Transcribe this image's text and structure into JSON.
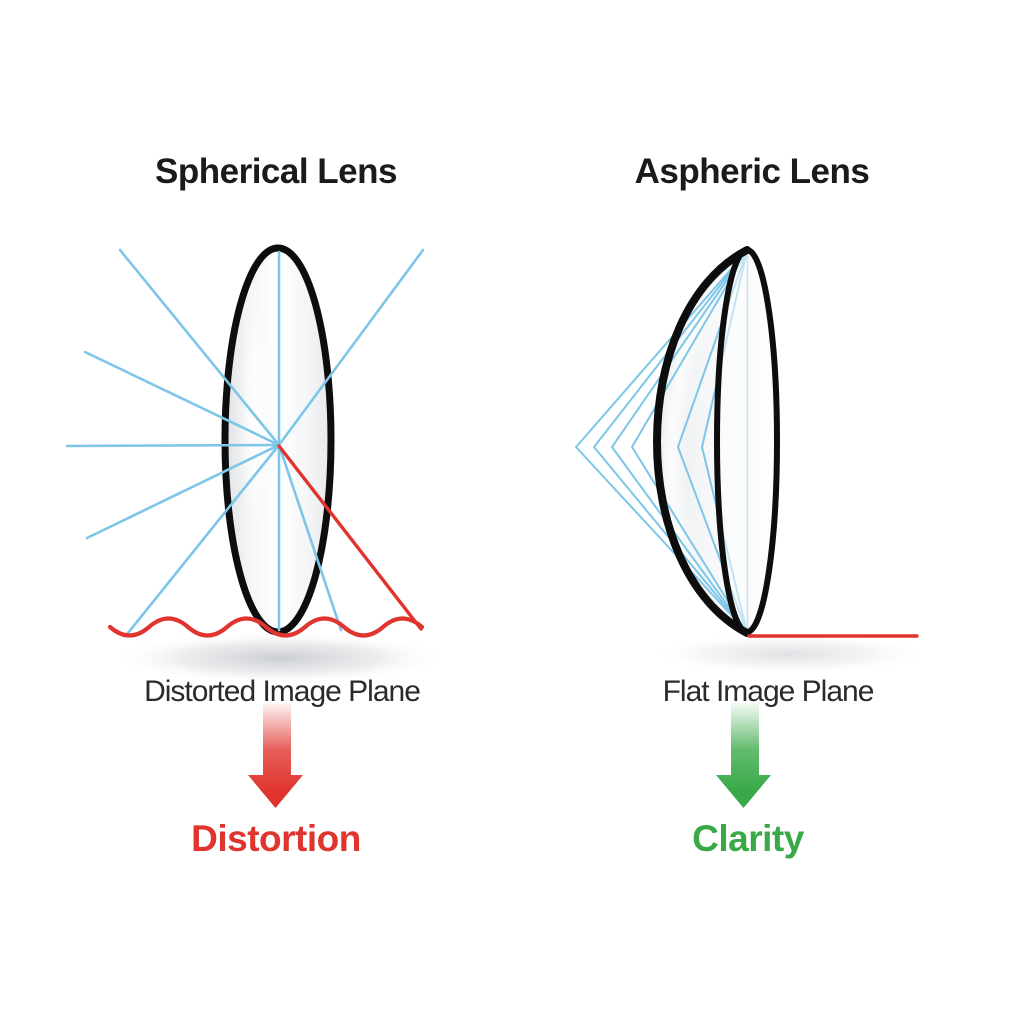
{
  "panels": {
    "spherical": {
      "title": "Spherical Lens",
      "plane_label": "Distorted Image Plane",
      "result_label": "Distortion"
    },
    "aspheric": {
      "title": "Aspheric Lens",
      "plane_label": "Flat Image Plane",
      "result_label": "Clarity"
    }
  },
  "colors": {
    "ray_blue": "#7ec6e8",
    "accent_red": "#e0342e",
    "accent_green": "#39a947",
    "lens_stroke": "#0d0d0d",
    "title_text": "#1b1b1b",
    "label_text": "#2b2b2b"
  }
}
